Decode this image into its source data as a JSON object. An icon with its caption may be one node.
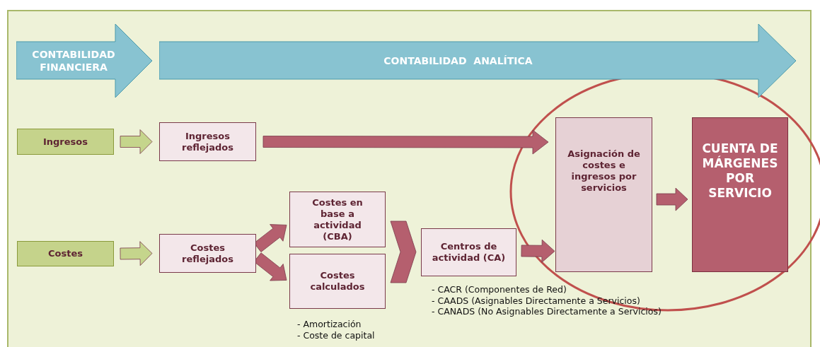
{
  "diagram": {
    "nodes": [
      {
        "text": [
          "CONTABILIDAD FINANCIERA"
        ]
      },
      {
        "text": [
          "CONTABILIDAD  ANALÍTICA"
        ]
      },
      {
        "text": [
          "Ingresos"
        ]
      },
      {
        "text": [
          "Ingresos reflejados"
        ]
      },
      {
        "text": [
          "Costes"
        ]
      },
      {
        "text": [
          "Costes reflejados"
        ]
      },
      {
        "text": [
          "Costes en base a actividad (CBA)"
        ]
      },
      {
        "text": [
          "Costes calculados"
        ],
        "beside": [
          "- Amortización",
          "- Coste de capital"
        ]
      },
      {
        "text": [
          "Centros de actividad (CA)"
        ],
        "beside": [
          "- CACR (Componentes de Red)",
          "- CAADS (Asignables Directamente a Servicios)",
          "- CANADS (No Asignables Directamente a Servicios)"
        ]
      },
      {
        "text": [
          "Asignación de costes e ingresos por servicios"
        ]
      },
      {
        "text": [
          "CUENTA DE MÁRGENES POR SERVICIO"
        ]
      }
    ],
    "edges": [
      {
        "from": 2,
        "to": 3,
        "arrow": "to",
        "color": "#c5d58c"
      },
      {
        "from": 3,
        "to": 9,
        "arrow": "to"
      },
      {
        "from": 4,
        "to": 5,
        "arrow": "to",
        "color": "#c5d58c"
      },
      {
        "from": 5,
        "to": 6,
        "arrow": "to"
      },
      {
        "from": 5,
        "to": 7,
        "arrow": "to"
      },
      {
        "from": 6,
        "to": 8,
        "arrow": "to"
      },
      {
        "from": 7,
        "to": 8,
        "arrow": "to"
      },
      {
        "from": 8,
        "to": 9,
        "arrow": "to"
      },
      {
        "from": 9,
        "to": 10,
        "arrow": "to"
      }
    ]
  }
}
